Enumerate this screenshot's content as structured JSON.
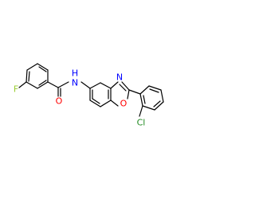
{
  "molecule": {
    "atoms": {
      "fluorine": "F",
      "amide_oxygen": "O",
      "amide_nitrogen": "N",
      "amide_hydrogen": "H",
      "oxazole_nitrogen": "N",
      "oxazole_oxygen": "O",
      "chlorine": "Cl"
    },
    "colors": {
      "carbon_bonds": "#000000",
      "fluorine": "#9acd32",
      "oxygen": "#ff0000",
      "nitrogen": "#0000ff",
      "chlorine": "#228b22"
    }
  }
}
